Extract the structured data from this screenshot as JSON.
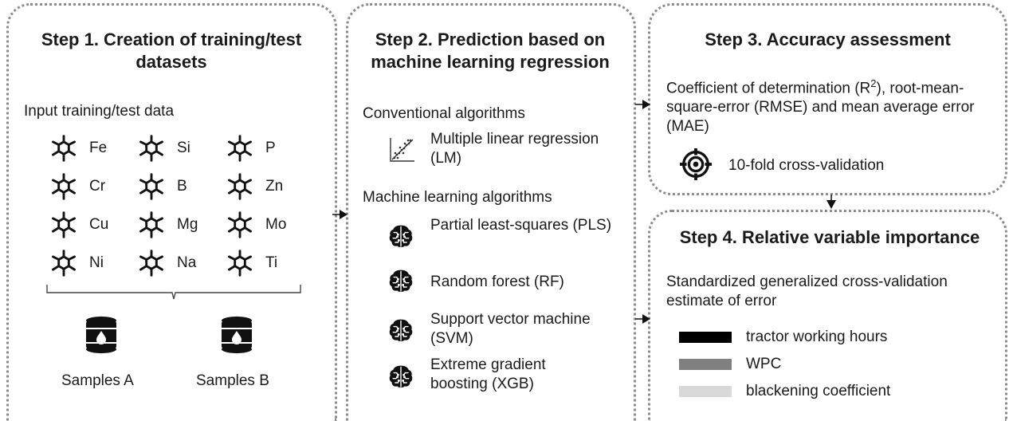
{
  "step1": {
    "title": "Step 1. Creation of training/test datasets",
    "input_label": "Input training/test data",
    "elements": [
      [
        "Fe",
        "Si",
        "P"
      ],
      [
        "Cr",
        "B",
        "Zn"
      ],
      [
        "Cu",
        "Mg",
        "Mo"
      ],
      [
        "Ni",
        "Na",
        "Ti"
      ]
    ],
    "samples_a": "Samples A",
    "samples_b": "Samples B"
  },
  "step2": {
    "title": "Step 2. Prediction based on machine learning regression",
    "conventional_label": "Conventional algorithms",
    "lm_label": "Multiple linear regression (LM)",
    "ml_label": "Machine learning algorithms",
    "pls_label": "Partial least-squares (PLS)",
    "rf_label": "Random forest (RF)",
    "svm_label": "Support vector machine (SVM)",
    "xgb_label": "Extreme gradient boosting (XGB)"
  },
  "step3": {
    "title": "Step 3. Accuracy assessment",
    "desc_part1": "Coefficient of determination (R",
    "desc_sup": "2",
    "desc_part2": "), root-mean-square-error (RMSE) and mean average error (MAE)",
    "cv_label": "10-fold cross-validation"
  },
  "step4": {
    "title": "Step 4. Relative variable importance",
    "desc": "Standardized generalized cross-validation estimate of error",
    "legend": [
      {
        "label": "tractor working hours",
        "color": "#000000"
      },
      {
        "label": "WPC",
        "color": "#808080"
      },
      {
        "label": "blackening coefficient",
        "color": "#d9d9d9"
      }
    ]
  },
  "icons": {
    "element": "molecule-icon",
    "samples": "oil-barrel-icon",
    "lm": "scatter-plot-icon",
    "ml": "brain-icon",
    "cv": "target-icon"
  }
}
